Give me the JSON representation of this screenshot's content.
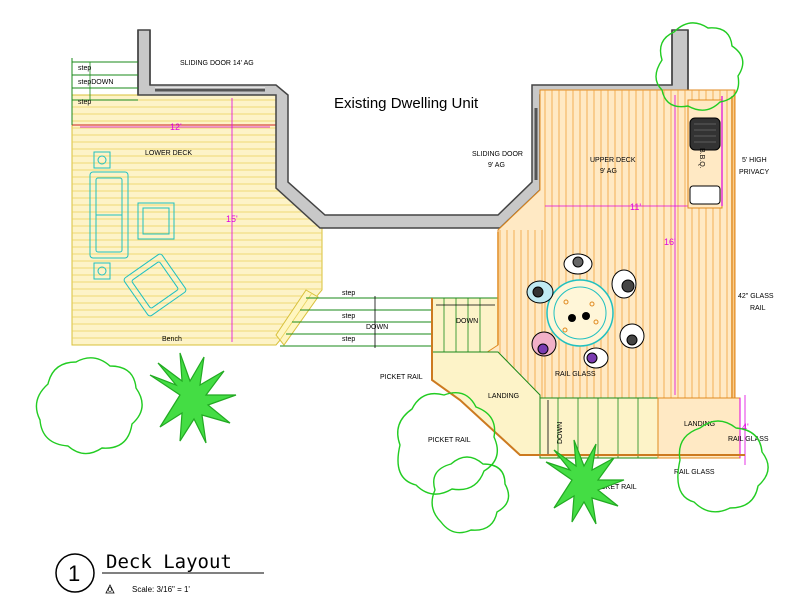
{
  "title": "Existing Dwelling Unit",
  "labels": {
    "sliding_door_main": "SLIDING DOOR 14' AG",
    "sliding_door_upper_1": "SLIDING DOOR",
    "sliding_door_upper_2": "9' AG",
    "step": "step",
    "step_down": "stepDOWN",
    "down": "DOWN",
    "lower_deck": "LOWER DECK",
    "upper_deck_1": "UPPER DECK",
    "upper_deck_2": "9' AG",
    "bench": "Bench",
    "bbq": "B.B.Q.",
    "privacy_1": "5' HIGH",
    "privacy_2": "PRIVACY",
    "rail_glass_42_1": "42\" GLASS",
    "rail_glass_42_2": "RAIL",
    "picket_rail": "PICKET RAIL",
    "rail_glass": "RAIL GLASS",
    "landing": "LANDING"
  },
  "dimensions": {
    "lower_width": "12'",
    "lower_depth": "15'",
    "upper_width": "11'",
    "upper_depth": "16'",
    "landing_step": "4'"
  },
  "title_block": {
    "number": "1",
    "name": "Deck Layout",
    "scale_marker": "0",
    "scale": "Scale: 3/16\" = 1'"
  },
  "colors": {
    "lower_deck_fill": "#fdf3c8",
    "lower_deck_line": "#e8d25a",
    "upper_deck_fill": "#ffe9c4",
    "upper_deck_line": "#f0a03a",
    "stair_line": "#1a8a1a",
    "wall": "#444444",
    "wall_fill": "#c8c8c8",
    "dimension": "#e000e0",
    "furniture": "#20c0c0",
    "tree": "#22cc22"
  }
}
